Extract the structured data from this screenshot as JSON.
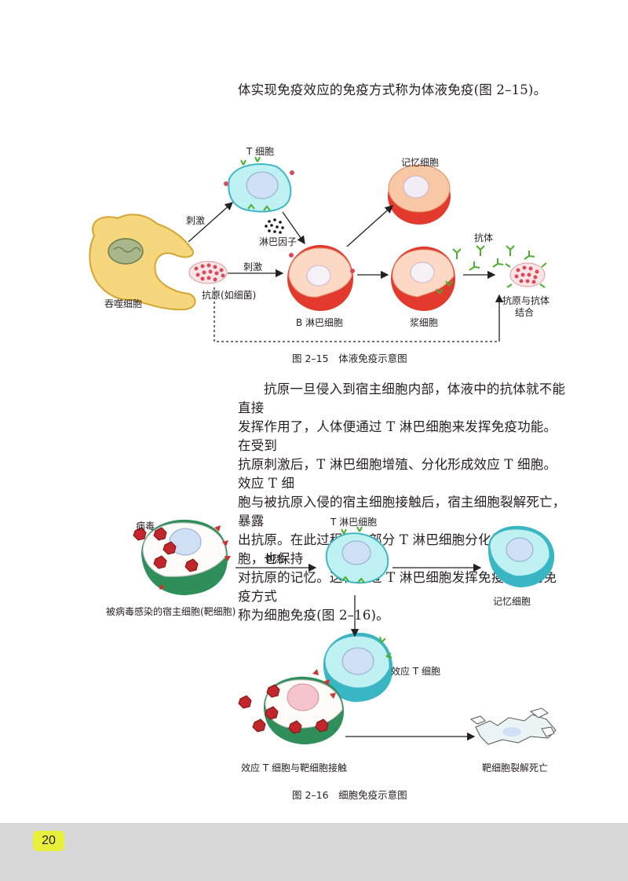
{
  "intro_line": "体实现免疫效应的免疫方式称为体液免疫(图 2–15)。",
  "fig15": {
    "labels": {
      "t_cell": "T 细胞",
      "memory_cell": "记忆细胞",
      "stimulus_top": "刺激",
      "lymphokine": "淋巴因子",
      "antibody": "抗体",
      "stimulus_mid": "刺激",
      "phagocyte": "吞噬细胞",
      "antigen": "抗原(如细菌)",
      "b_cell": "B 淋巴细胞",
      "plasma_cell": "浆细胞",
      "binding_1": "抗原与抗体",
      "binding_2": "结合"
    },
    "caption": "图 2–15　体液免疫示意图"
  },
  "paragraph": [
    "抗原一旦侵入到宿主细胞内部，体液中的抗体就不能直接",
    "发挥作用了，人体便通过 T 淋巴细胞来发挥免疫功能。在受到",
    "抗原刺激后，T 淋巴细胞增殖、分化形成效应 T 细胞。效应 T 细",
    "胞与被抗原入侵的宿主细胞接触后，宿主细胞裂解死亡，暴露",
    "出抗原。在此过程中，部分 T 淋巴细胞分化为记忆细胞，也保持",
    "对抗原的记忆。这种通过 T 淋巴细胞发挥免疫效应的免疫方式",
    "称为细胞免疫(图 2–16)。"
  ],
  "fig16": {
    "labels": {
      "virus": "病毒",
      "t_lymphocyte": "T 淋巴细胞",
      "stimulus": "刺激",
      "infected_host": "被病毒感染的宿主细胞(靶细胞)",
      "memory_cell": "记忆细胞",
      "effector_t": "效应 T 细胞",
      "contact": "效应 T 细胞与靶细胞接触",
      "lysis": "靶细胞裂解死亡"
    },
    "caption": "图 2–16　细胞免疫示意图"
  },
  "page_number": "20"
}
